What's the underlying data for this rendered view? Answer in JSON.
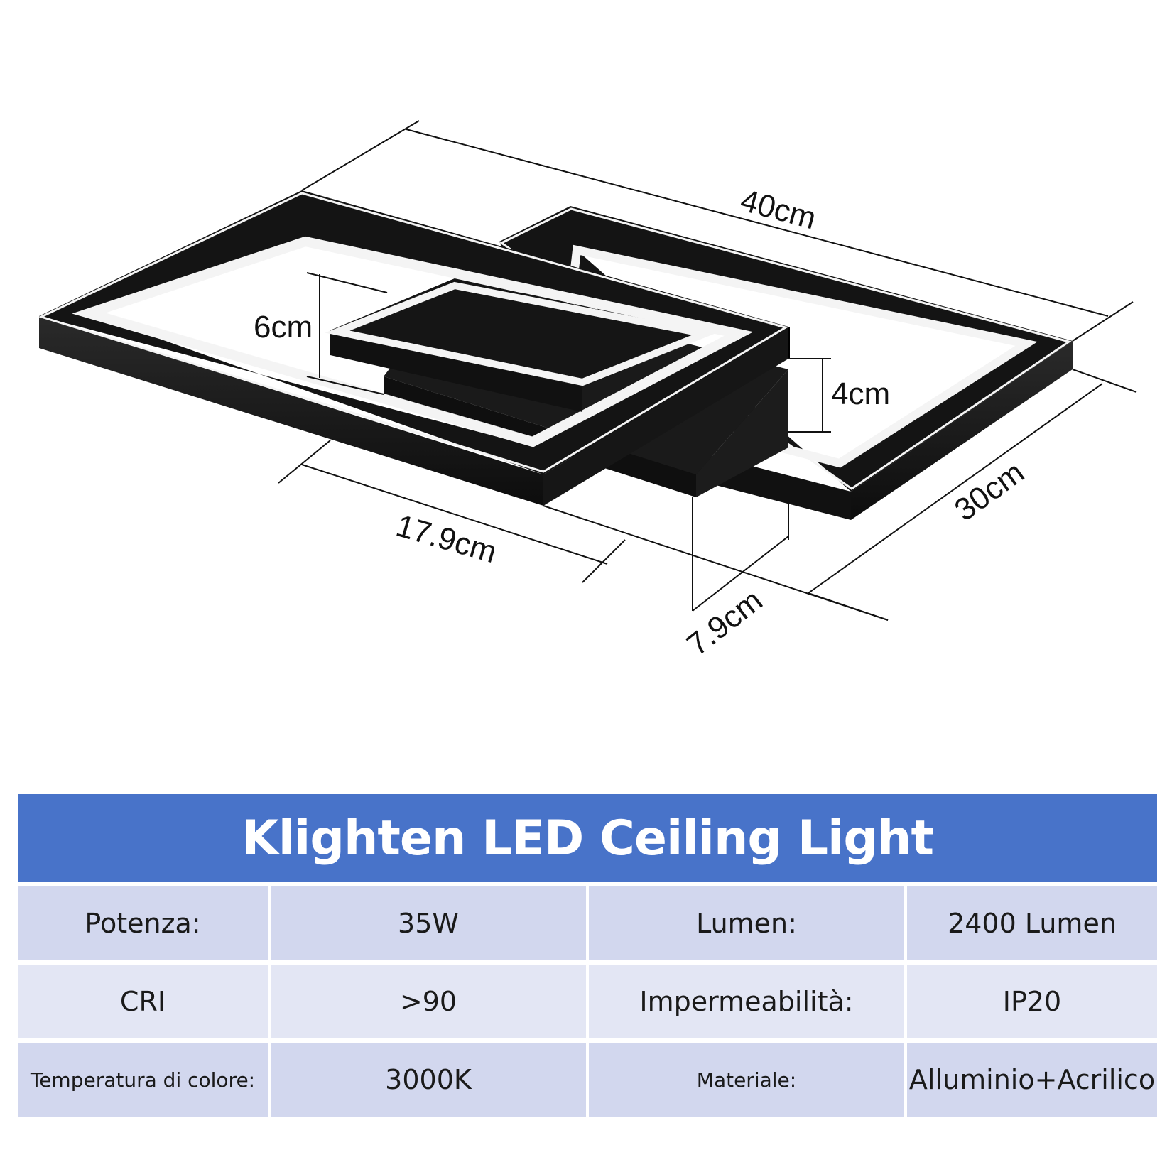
{
  "dimensions": {
    "length": "40cm",
    "width": "30cm",
    "base_height": "6cm",
    "body_height": "4cm",
    "base_length": "17.9cm",
    "base_width": "7.9cm"
  },
  "spec": {
    "title": "Klighten LED Ceiling Light",
    "rows": [
      {
        "label1": "Potenza:",
        "value1": "35W",
        "label2": "Lumen:",
        "value2": "2400 Lumen"
      },
      {
        "label1": "CRI",
        "value1": ">90",
        "label2": "Impermeabilità:",
        "value2": "IP20"
      },
      {
        "label1": "Temperatura di colore:",
        "value1": "3000K",
        "label2": "Materiale:",
        "value2": "Alluminio+Acrilico"
      }
    ]
  },
  "colors": {
    "header_blue": "#4873c9",
    "row_dark": "#d2d7ee",
    "row_light": "#e3e6f4",
    "frame_black": "#141414",
    "led_white": "#f4f4f4"
  }
}
